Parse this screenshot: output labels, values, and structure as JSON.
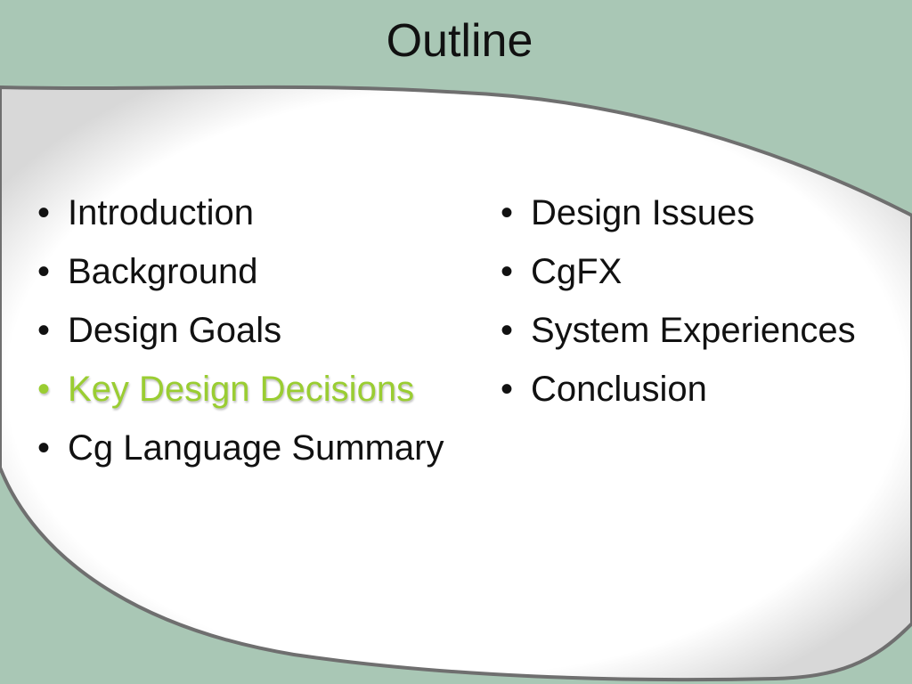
{
  "slide": {
    "title": "Outline",
    "left_items": [
      {
        "label": "Introduction",
        "highlight": false
      },
      {
        "label": "Background",
        "highlight": false
      },
      {
        "label": "Design Goals",
        "highlight": false
      },
      {
        "label": "Key Design Decisions",
        "highlight": true
      },
      {
        "label": "Cg Language Summary",
        "highlight": false
      }
    ],
    "right_items": [
      {
        "label": "Design Issues",
        "highlight": false
      },
      {
        "label": "CgFX",
        "highlight": false
      },
      {
        "label": "System Experiences",
        "highlight": false
      },
      {
        "label": "Conclusion",
        "highlight": false
      }
    ],
    "bullet_glyph": "•",
    "colors": {
      "background": "#a9c7b5",
      "content_area": "#ffffff",
      "border": "#6f6f6f",
      "highlight": "#9acd32",
      "text": "#111111"
    }
  }
}
